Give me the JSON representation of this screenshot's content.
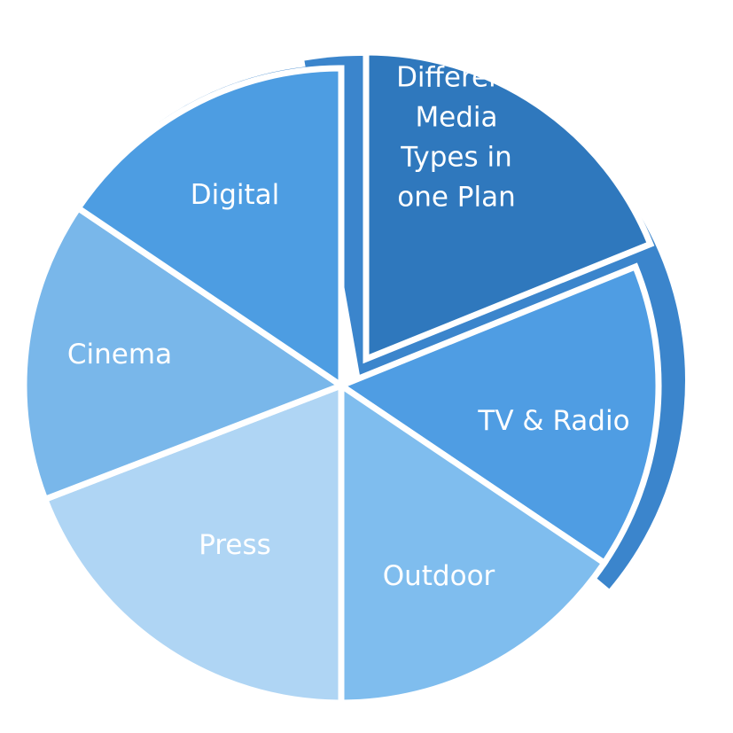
{
  "diagram": {
    "segments": [
      {
        "label": [
          "Different",
          "Media",
          "Types in",
          "one Plan"
        ],
        "color": "#2f78bd",
        "start": -90,
        "end": -22,
        "exploded": true
      },
      {
        "label": [
          "TV & Radio"
        ],
        "color": "#4f9de3",
        "start": -22,
        "end": 34,
        "exploded": false
      },
      {
        "label": [
          "Outdoor"
        ],
        "color": "#7fbdee",
        "start": 34,
        "end": 90,
        "exploded": false
      },
      {
        "label": [
          "Press"
        ],
        "color": "#afd5f4",
        "start": 90,
        "end": 159,
        "exploded": false
      },
      {
        "label": [
          "Cinema"
        ],
        "color": "#79b7ea",
        "start": 159,
        "end": 214,
        "exploded": false
      },
      {
        "label": [
          "Digital"
        ],
        "color": "#4d9de2",
        "start": 214,
        "end": 270,
        "exploded": false
      }
    ],
    "rim_color": "#3b85cc"
  }
}
